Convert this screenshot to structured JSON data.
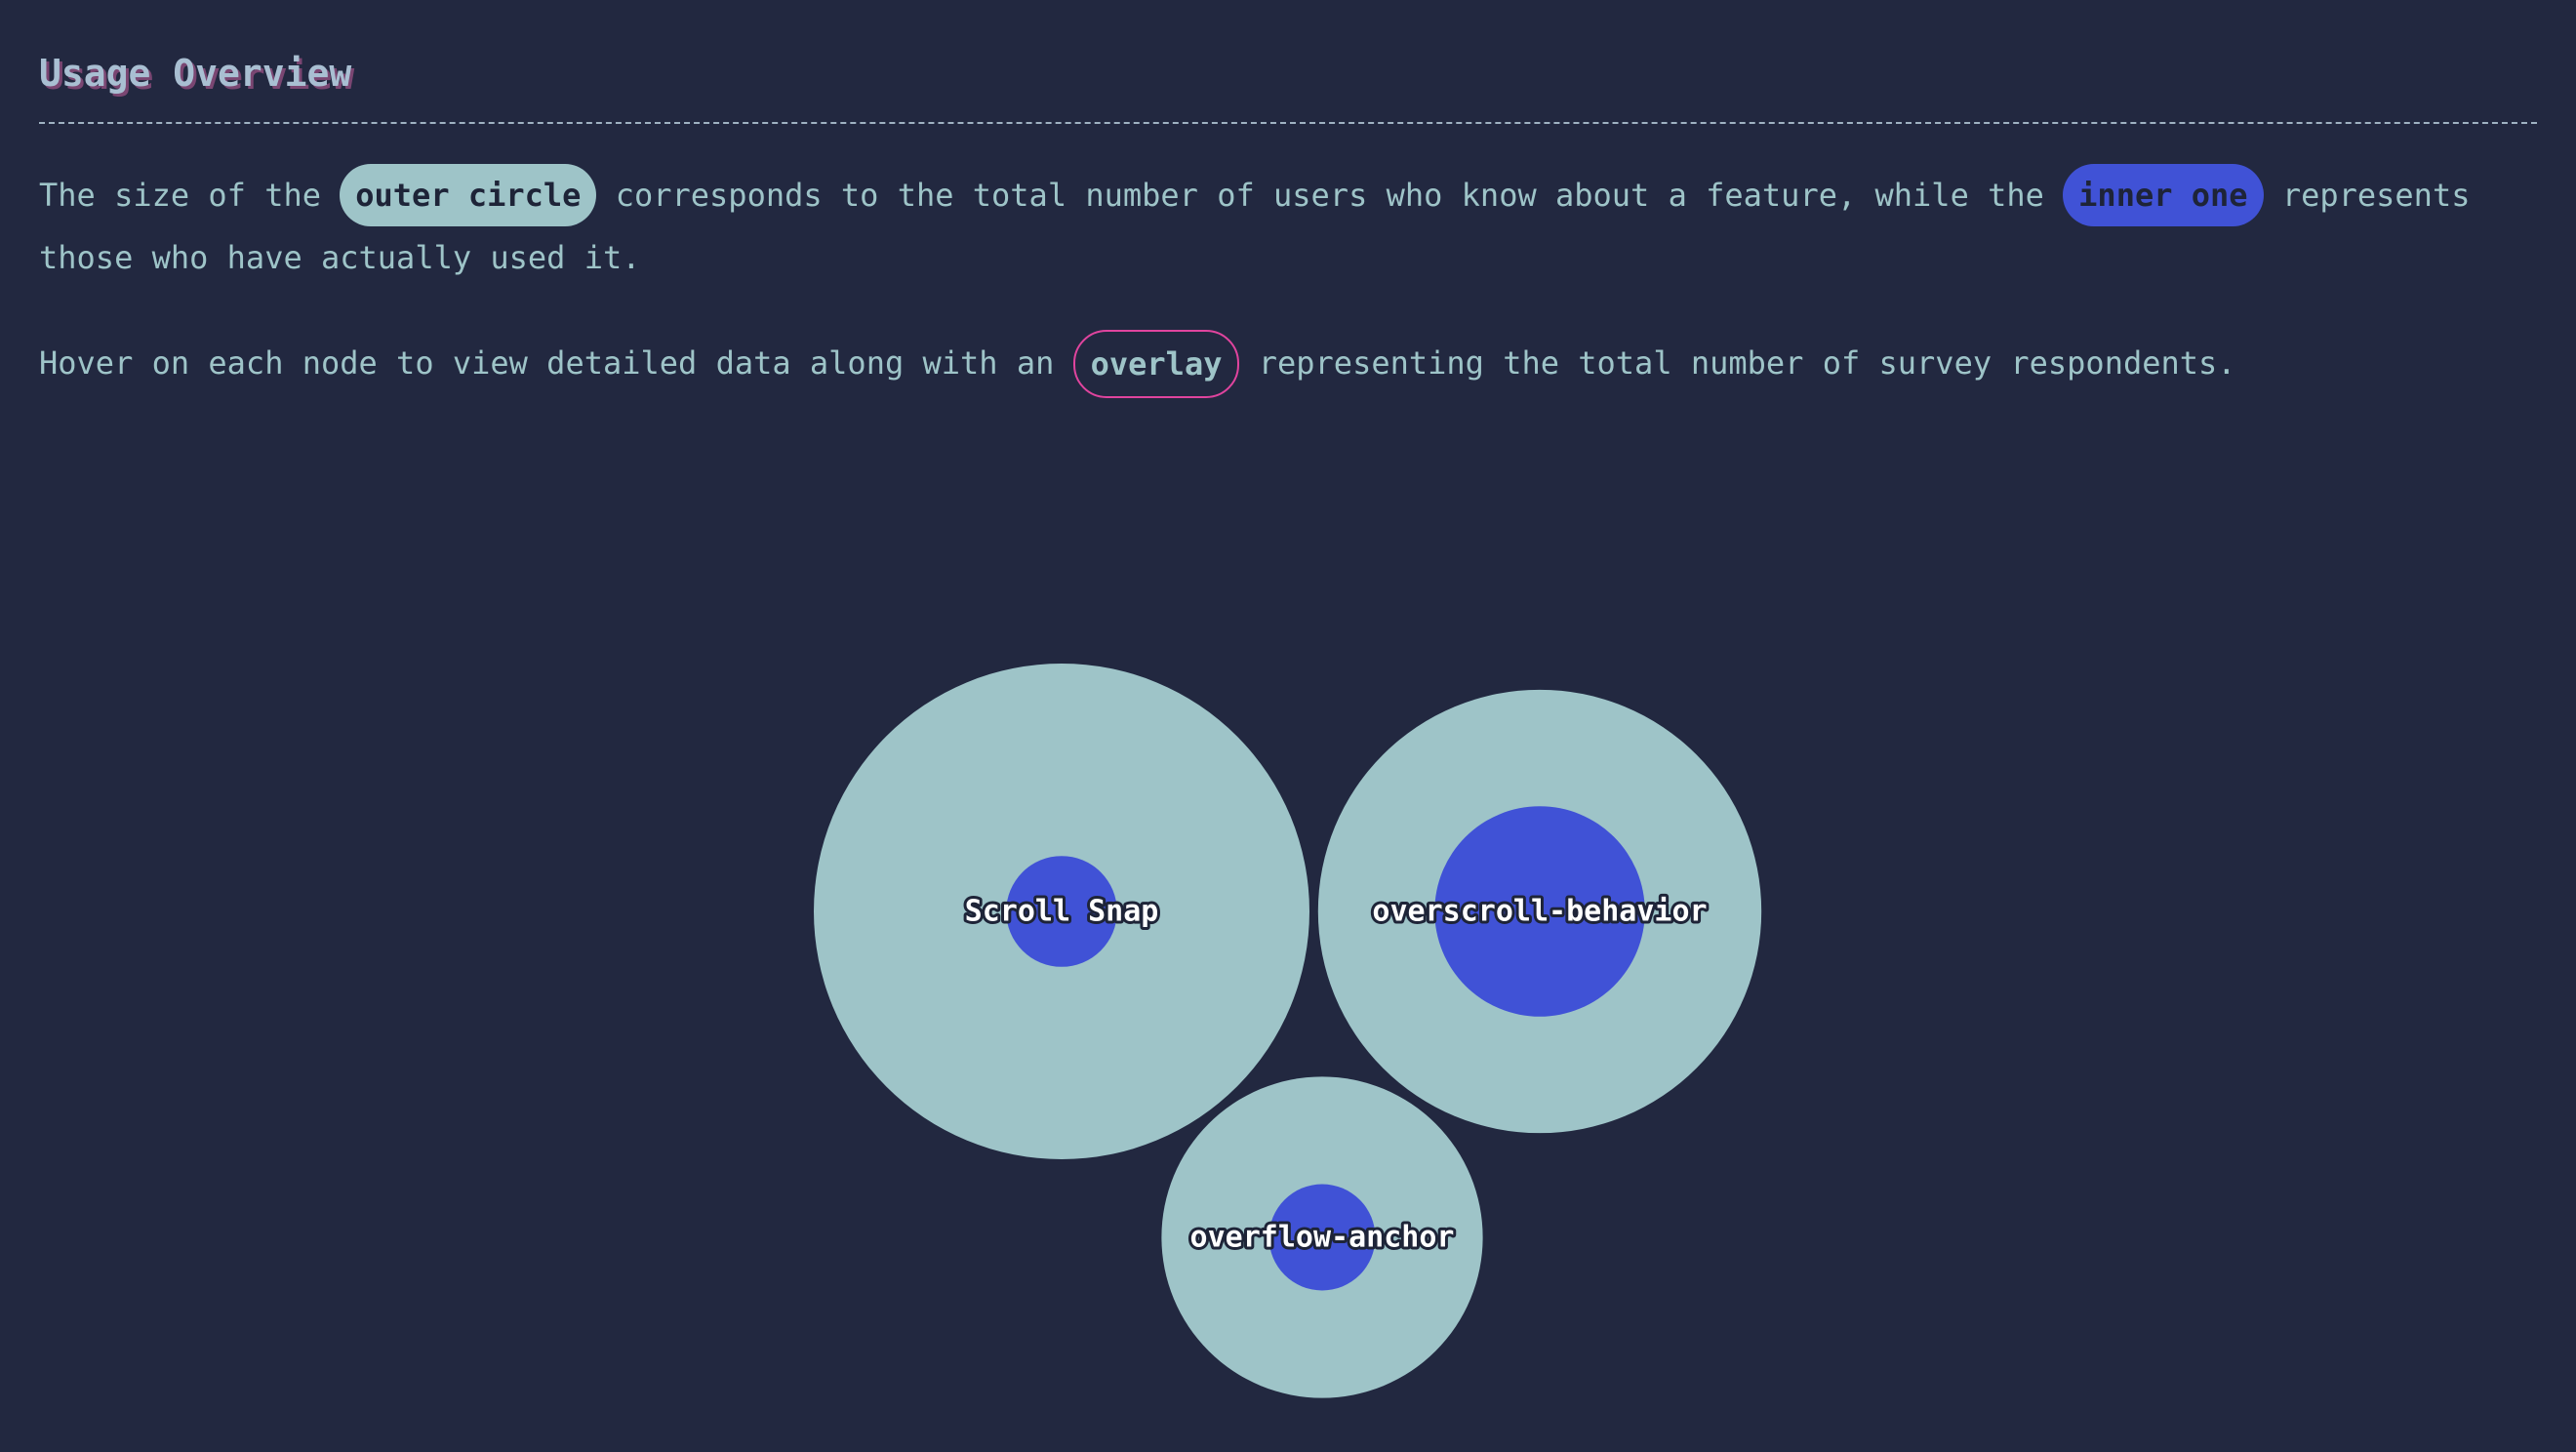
{
  "header": {
    "title": "Usage Overview"
  },
  "intro": {
    "p1_before": "The size of the ",
    "p1_chip_outer": "outer circle",
    "p1_middle": " corresponds to the total number of users who know about a feature, while the ",
    "p1_chip_inner": "inner one",
    "p1_after": " represents those who have actually used it.",
    "p2_before": "Hover on each node to view detailed data along with an ",
    "p2_chip_overlay": "overlay",
    "p2_after": " representing the total number of survey respondents."
  },
  "colors": {
    "background": "#222840",
    "outer_circle": "#9ec4c8",
    "inner_circle": "#4052d6",
    "overlay_accent": "#e0449e",
    "title_shadow": "#7a4672"
  },
  "chart_data": {
    "type": "bubble",
    "title": "",
    "nodes": [
      {
        "name": "Scroll Snap",
        "aware_relative": 1.0,
        "used_relative": 0.05
      },
      {
        "name": "overscroll-behavior",
        "aware_relative": 0.8,
        "used_relative": 0.18
      },
      {
        "name": "overflow-anchor",
        "aware_relative": 0.42,
        "used_relative": 0.046
      }
    ]
  }
}
